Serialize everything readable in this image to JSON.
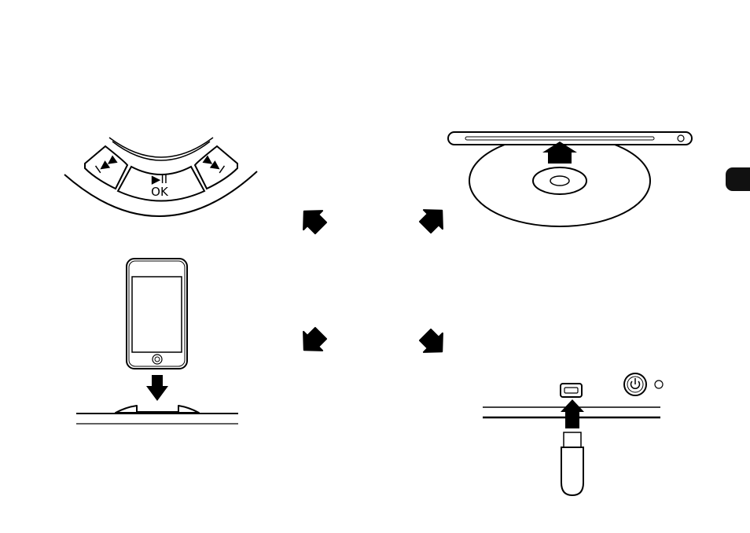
{
  "colors": {
    "ink": "#000000",
    "paper": "#ffffff",
    "tab": "#111111"
  },
  "controls": {
    "center_label": "OK",
    "center_symbol": "▶II",
    "prev_symbol": "I◀◀",
    "next_symbol": "▶▶I"
  },
  "icons": [
    "power-icon",
    "usb-port-icon",
    "disc-icon",
    "dock-connector-icon"
  ]
}
